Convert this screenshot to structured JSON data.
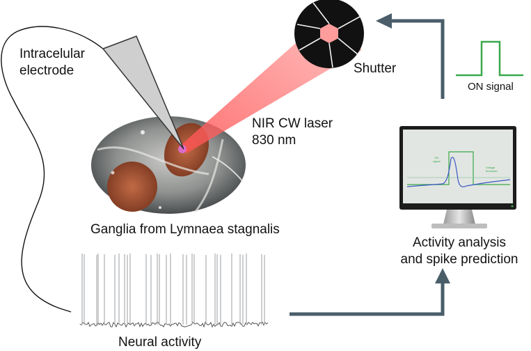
{
  "labels": {
    "electrode_line1": "Intracelular",
    "electrode_line2": "electrode",
    "shutter": "Shutter",
    "laser_line1": "NIR CW laser",
    "laser_line2": "830 nm",
    "ganglia": "Ganglia from Lymnaea stagnalis",
    "on_signal": "ON signal",
    "analysis_line1": "Activity analysis",
    "analysis_line2": "and spike prediction",
    "neural_activity": "Neural activity"
  },
  "monitor": {
    "on_signal_label_line1": "ON",
    "on_signal_label_line2": "signal",
    "threshold_label_line1": "Voltage",
    "threshold_label_line2": "threshold"
  },
  "colors": {
    "arrow": "#4a5e6a",
    "signal_green": "#3aa84a",
    "laser": "#ff8e8e",
    "trace_blue": "#3a57c4"
  },
  "icons": [
    "shutter-aperture-icon",
    "electrode-pipette-icon",
    "computer-monitor-icon"
  ]
}
